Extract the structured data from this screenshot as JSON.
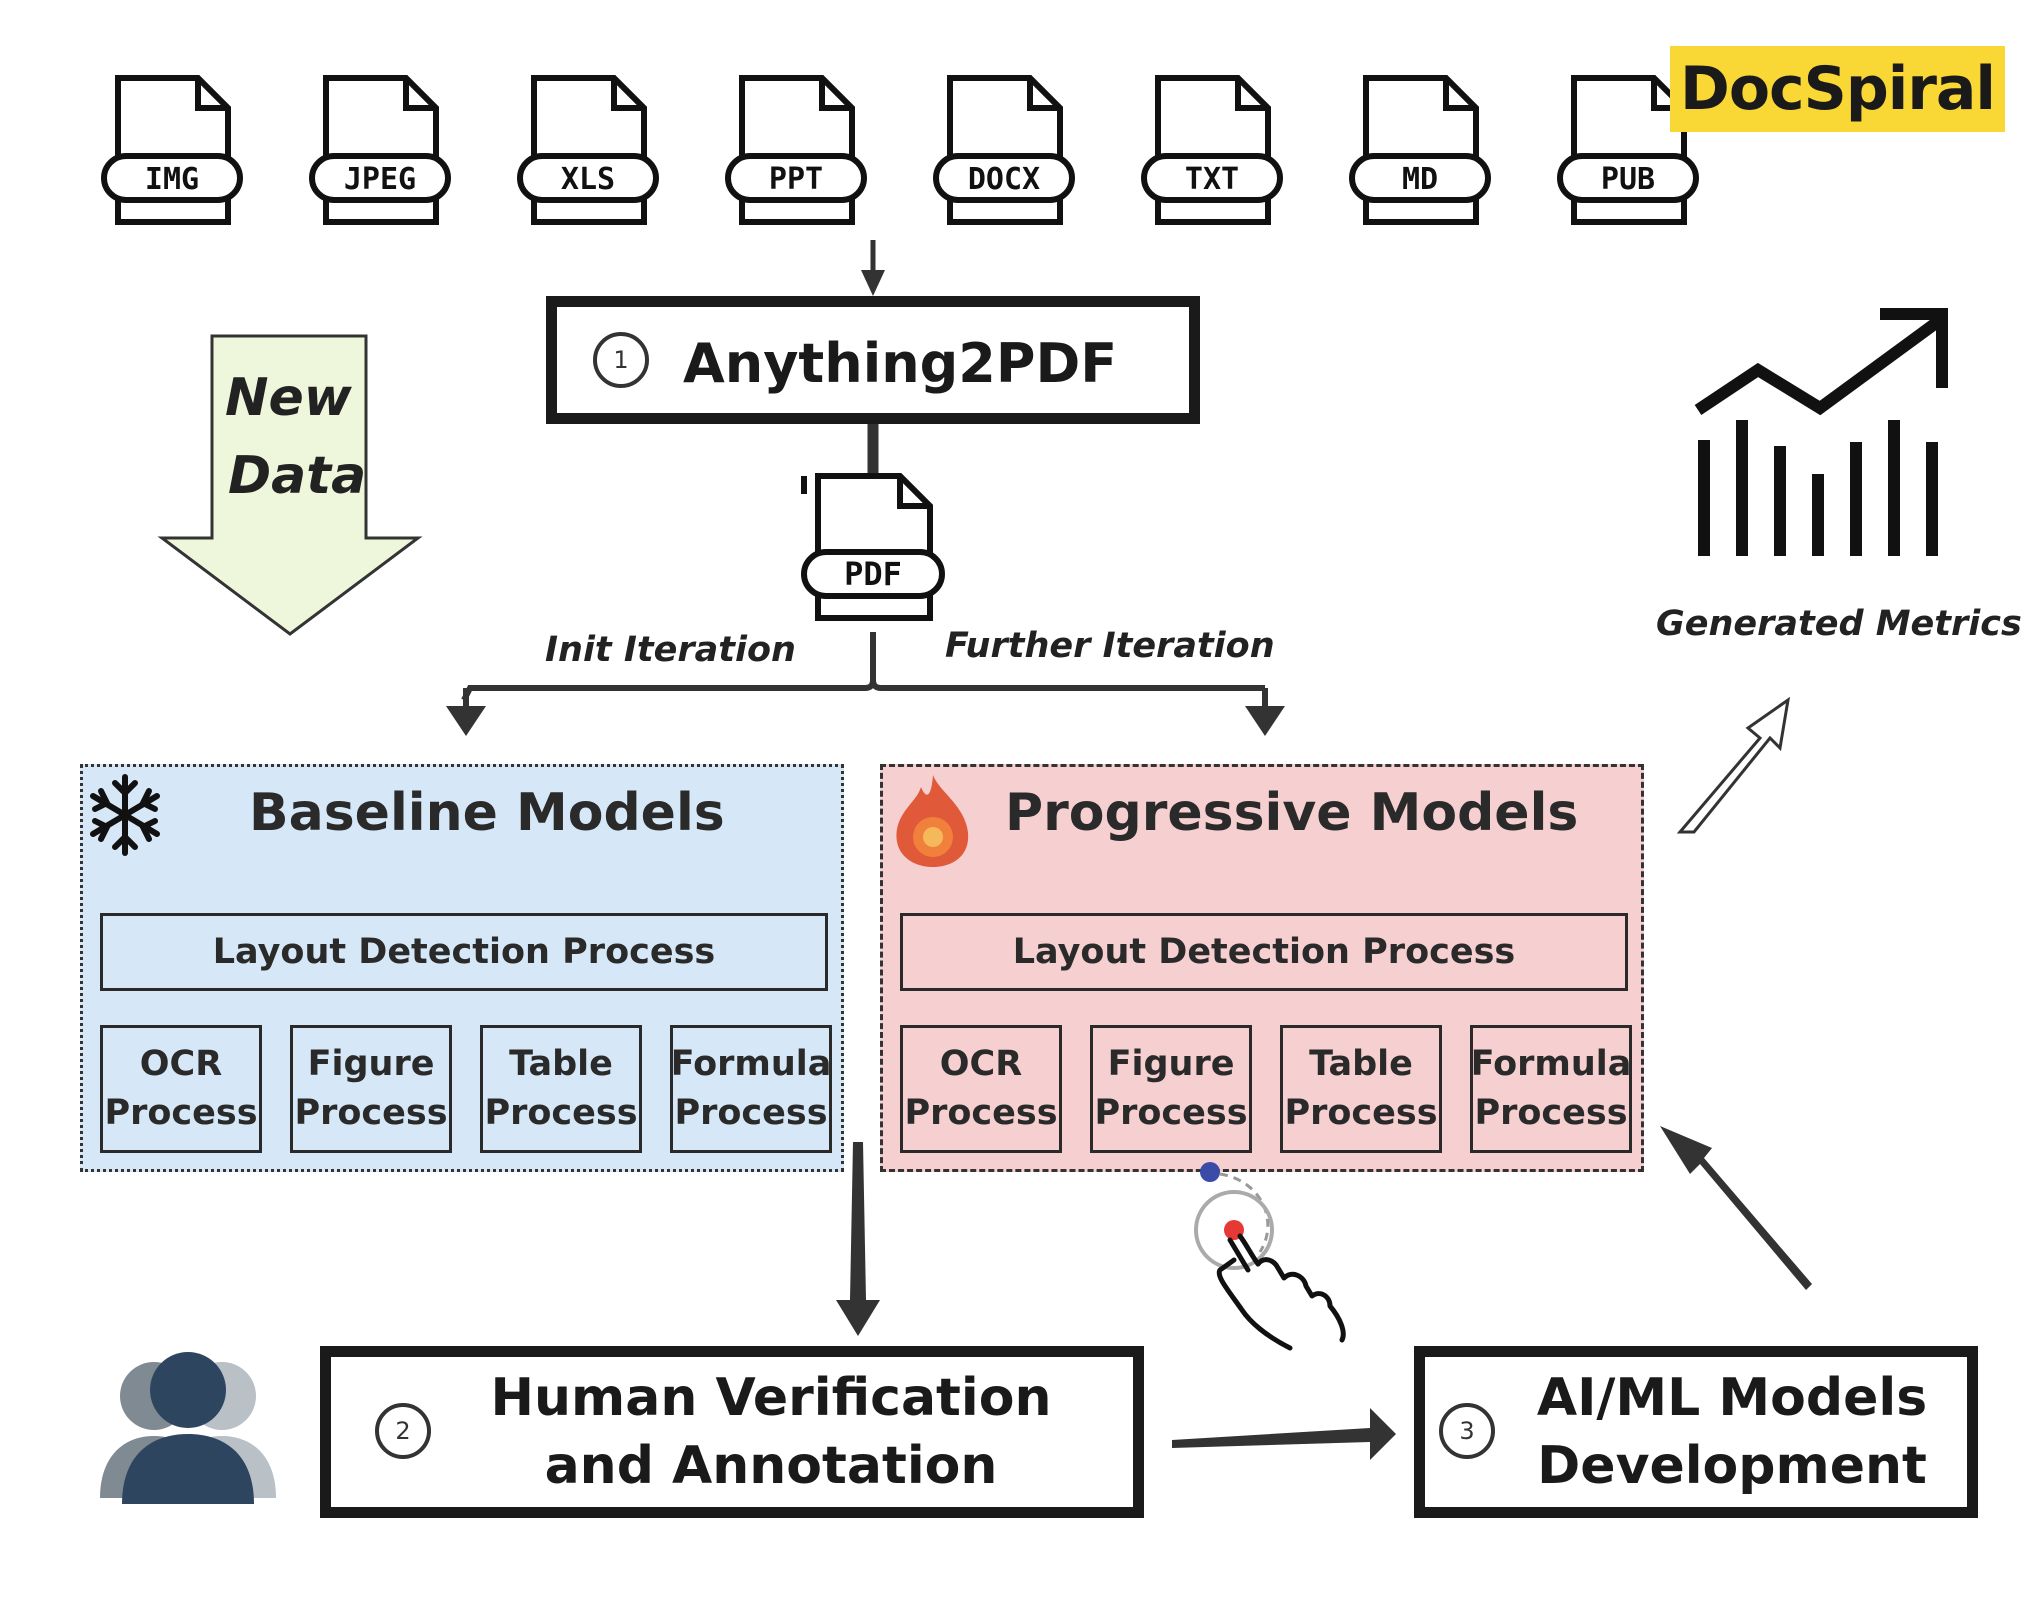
{
  "brand": {
    "name": "DocSpiral",
    "bg": "#f9d835"
  },
  "formats": [
    "IMG",
    "JPEG",
    "XLS",
    "PPT",
    "DOCX",
    "TXT",
    "MD",
    "PUB"
  ],
  "new_data": {
    "line1": "New",
    "line2": "Data",
    "color": "#eef7dc"
  },
  "step1": {
    "num": "1",
    "title": "Anything2PDF"
  },
  "pdf_label": "PDF",
  "branches": {
    "init": "Init Iteration",
    "further": "Further Iteration"
  },
  "metrics_label": "Generated Metrics",
  "baseline": {
    "title": "Baseline Models",
    "icon": "snowflake-icon",
    "bg": "#d6e8f7",
    "layout": "Layout Detection Process",
    "procs": [
      {
        "l1": "OCR",
        "l2": "Process"
      },
      {
        "l1": "Figure",
        "l2": "Process"
      },
      {
        "l1": "Table",
        "l2": "Process"
      },
      {
        "l1": "Formula",
        "l2": "Process"
      }
    ]
  },
  "progressive": {
    "title": "Progressive Models",
    "icon": "flame-icon",
    "bg": "#f6cfd0",
    "layout": "Layout Detection Process",
    "procs": [
      {
        "l1": "OCR",
        "l2": "Process"
      },
      {
        "l1": "Figure",
        "l2": "Process"
      },
      {
        "l1": "Table",
        "l2": "Process"
      },
      {
        "l1": "Formula",
        "l2": "Process"
      }
    ]
  },
  "step2": {
    "num": "2",
    "line1": "Human Verification",
    "line2": "and Annotation"
  },
  "step3": {
    "num": "3",
    "line1": "AI/ML Models",
    "line2": "Development"
  },
  "icons": [
    "file-icon",
    "people-icon",
    "chart-icon",
    "touch-gesture-icon",
    "arrow-icon"
  ]
}
